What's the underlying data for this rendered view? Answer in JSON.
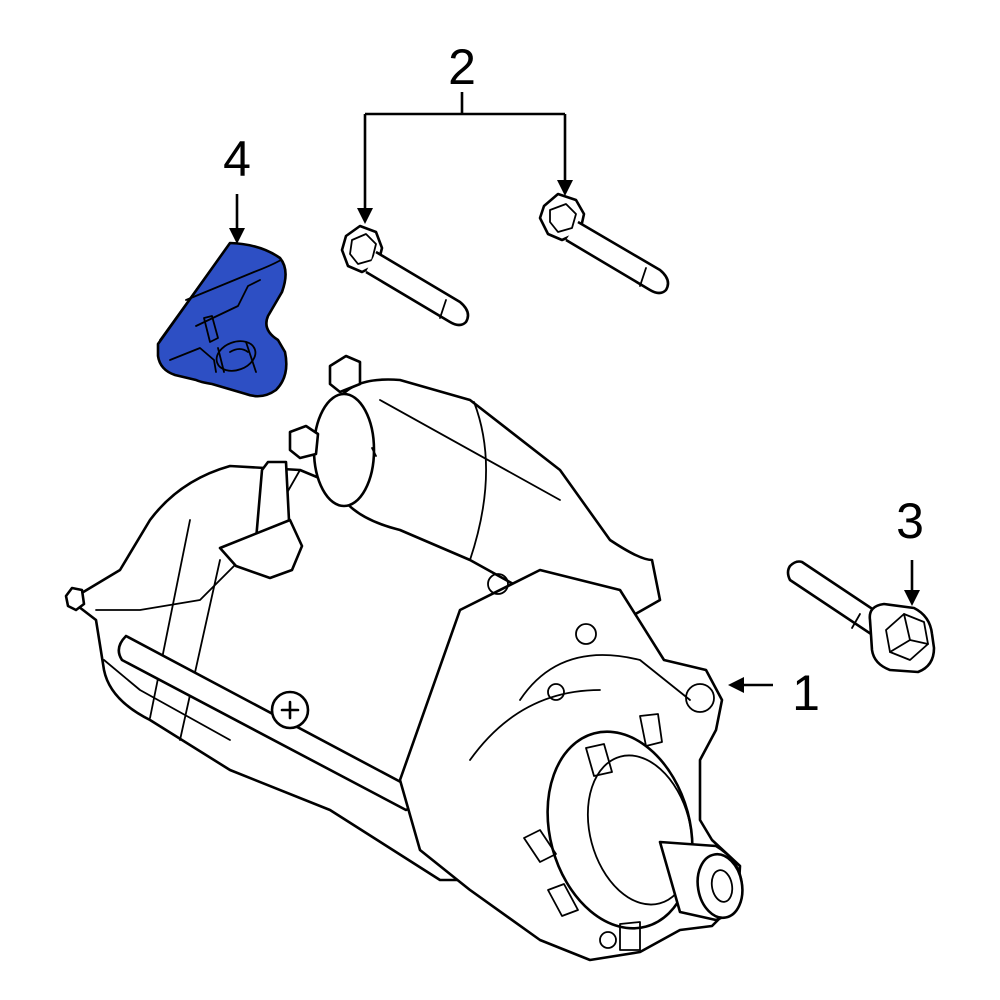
{
  "callouts": [
    {
      "id": "1",
      "label": "1"
    },
    {
      "id": "2",
      "label": "2"
    },
    {
      "id": "3",
      "label": "3"
    },
    {
      "id": "4",
      "label": "4"
    }
  ],
  "colors": {
    "highlight": "#2d4fc4",
    "line": "#000000",
    "background": "#ffffff"
  }
}
